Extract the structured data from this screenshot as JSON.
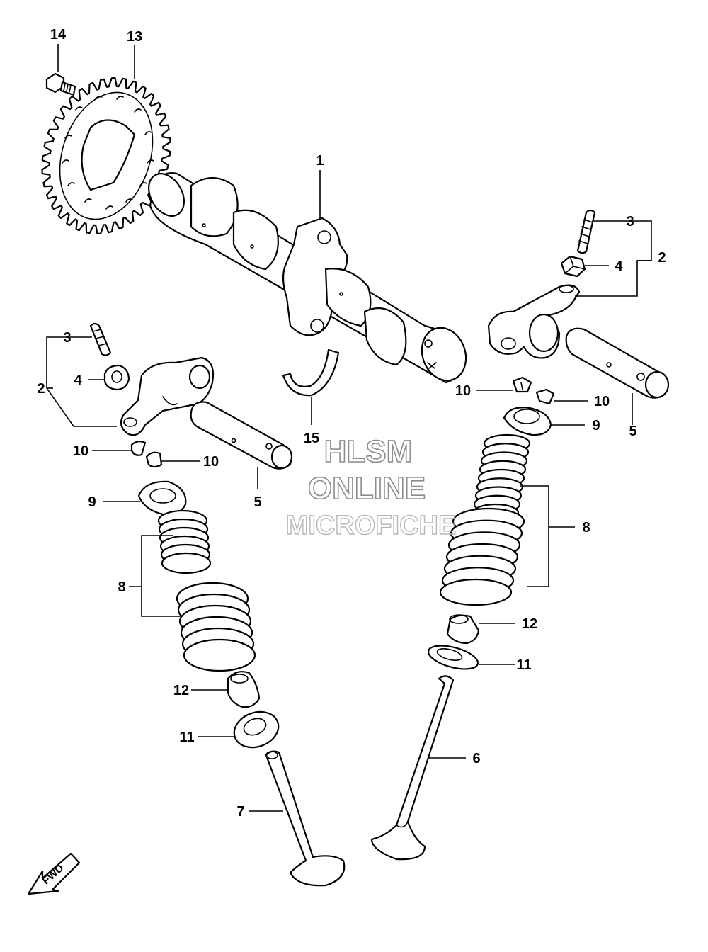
{
  "callouts": {
    "n1": "1",
    "n2_right": "2",
    "n2_left": "2",
    "n3_right": "3",
    "n3_left": "3",
    "n4_right": "4",
    "n4_left": "4",
    "n5_right": "5",
    "n5_left": "5",
    "n6": "6",
    "n7": "7",
    "n8_right": "8",
    "n8_left": "8",
    "n9_right": "9",
    "n9_left": "9",
    "n10_a": "10",
    "n10_b": "10",
    "n10_c": "10",
    "n10_d": "10",
    "n11_right": "11",
    "n11_left": "11",
    "n12_right": "12",
    "n12_left": "12",
    "n13": "13",
    "n14": "14",
    "n15": "15"
  },
  "watermark": {
    "line1": "HLSM",
    "line2": "ONLINE",
    "line3": "MICROFICHE"
  },
  "direction_badge": "FWD"
}
